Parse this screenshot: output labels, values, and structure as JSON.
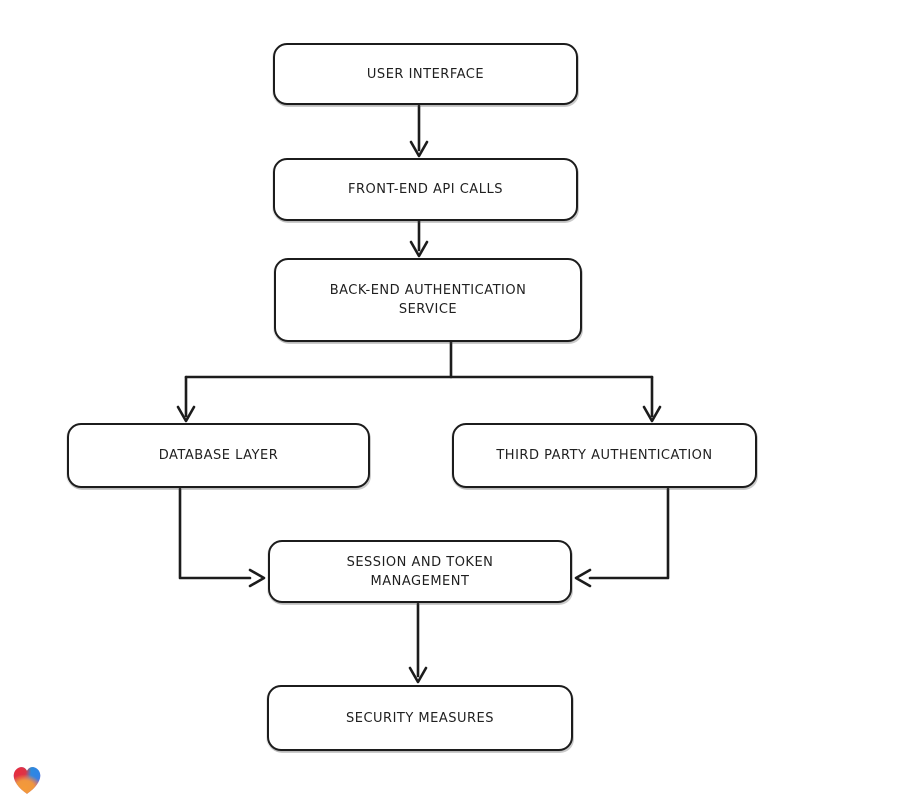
{
  "diagram": {
    "type": "flowchart",
    "background_color": "#ffffff",
    "stroke_color": "#1c1c1c",
    "node_fill_color": "#ffffff",
    "nodes": {
      "user_interface": {
        "lines": [
          "USER INTERFACE"
        ]
      },
      "frontend_api": {
        "lines": [
          "FRONT-END API CALLS"
        ]
      },
      "backend_auth": {
        "lines": [
          "BACK-END AUTHENTICATION",
          "SERVICE"
        ]
      },
      "database_layer": {
        "lines": [
          "DATABASE LAYER"
        ]
      },
      "third_party_auth": {
        "lines": [
          "THIRD PARTY AUTHENTICATION"
        ]
      },
      "session_token": {
        "lines": [
          "SESSION AND TOKEN",
          "MANAGEMENT"
        ]
      },
      "security_measures": {
        "lines": [
          "SECURITY MEASURES"
        ]
      }
    },
    "edges": [
      {
        "from": "user_interface",
        "to": "frontend_api"
      },
      {
        "from": "frontend_api",
        "to": "backend_auth"
      },
      {
        "from": "backend_auth",
        "to": "database_layer"
      },
      {
        "from": "backend_auth",
        "to": "third_party_auth"
      },
      {
        "from": "database_layer",
        "to": "session_token"
      },
      {
        "from": "third_party_auth",
        "to": "session_token"
      },
      {
        "from": "session_token",
        "to": "security_measures"
      }
    ],
    "logo": {
      "name": "eraser-heart-logo",
      "colors": {
        "red": "#e62e3c",
        "teal": "#2fae8f",
        "blue": "#2a86e8",
        "purple": "#9a55c8",
        "orange": "#f49a38"
      }
    }
  }
}
